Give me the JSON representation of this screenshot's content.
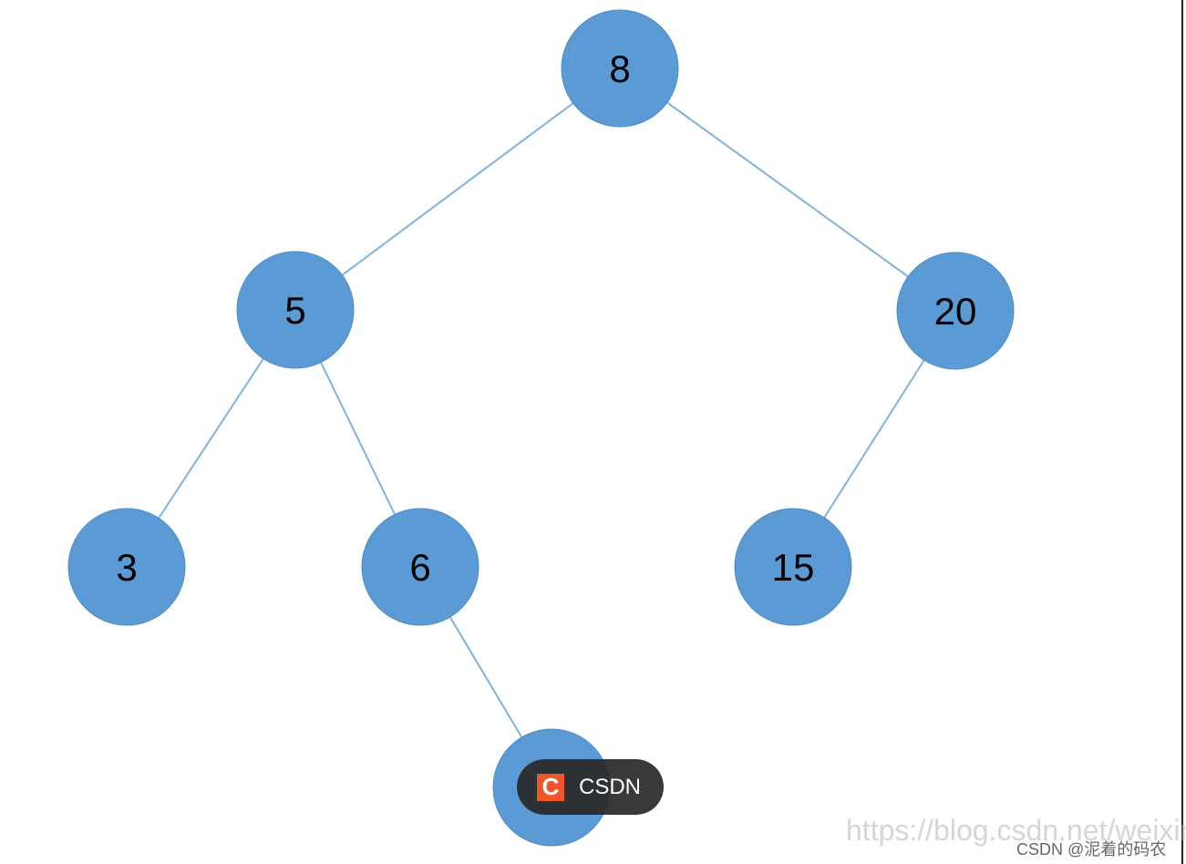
{
  "tree": {
    "node_color": "#5b9bd5",
    "edge_color": "#7fb2e0",
    "nodes": [
      {
        "id": "n8",
        "label": "8"
      },
      {
        "id": "n5",
        "label": "5"
      },
      {
        "id": "n20",
        "label": "20"
      },
      {
        "id": "n3",
        "label": "3"
      },
      {
        "id": "n6",
        "label": "6"
      },
      {
        "id": "n15",
        "label": "15"
      },
      {
        "id": "n7",
        "label": ""
      }
    ],
    "edges": [
      [
        "n8",
        "n5"
      ],
      [
        "n8",
        "n20"
      ],
      [
        "n5",
        "n3"
      ],
      [
        "n5",
        "n6"
      ],
      [
        "n20",
        "n15"
      ],
      [
        "n6",
        "n7"
      ]
    ]
  },
  "badge": {
    "icon_letter": "C",
    "label": "CSDN",
    "icon_color": "#f0562a"
  },
  "watermark": {
    "url": "https://blog.csdn.net/weixin",
    "author": "CSDN @泥着的码农"
  }
}
